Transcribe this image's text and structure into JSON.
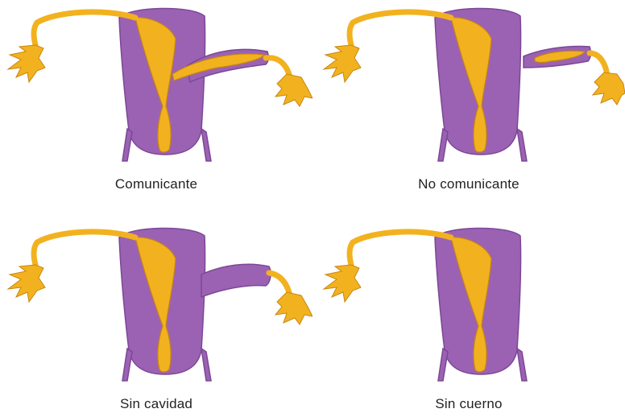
{
  "colors": {
    "uterus": "#9b62b3",
    "uterus_outline": "#7c4796",
    "cavity": "#f2b21f",
    "cavity_outline": "#c8860f"
  },
  "panels": [
    {
      "caption": "Comunicante"
    },
    {
      "caption": "No comunicante"
    },
    {
      "caption": "Sin cavidad"
    },
    {
      "caption": "Sin cuerno"
    }
  ]
}
